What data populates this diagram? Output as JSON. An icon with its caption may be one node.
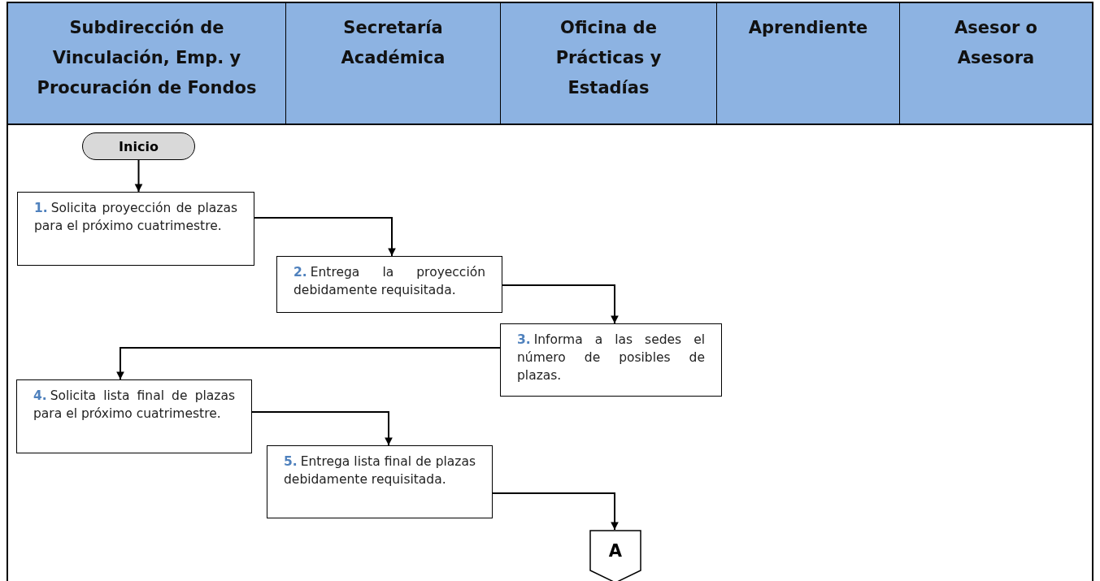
{
  "diagram": {
    "nodes": [
      {
        "text": [
          "Subdirección de Vinculación, Emp. y Procuración de Fondos"
        ]
      },
      {
        "text": [
          "Secretaría Académica"
        ]
      },
      {
        "text": [
          "Oficina de Prácticas y Estadías"
        ]
      },
      {
        "text": [
          "Aprendiente"
        ]
      },
      {
        "text": [
          "Asesor o Asesora"
        ]
      },
      {
        "text": [
          "Inicio"
        ]
      },
      {
        "text": [
          "1.",
          "Solicita proyección de plazas para el próximo cuatrimestre."
        ]
      },
      {
        "text": [
          "2.",
          "Entrega la proyección debidamente requisitada."
        ]
      },
      {
        "text": [
          "3.",
          "Informa a las sedes el número de posibles de plazas."
        ]
      },
      {
        "text": [
          "4.",
          "Solicita lista final de plazas para el próximo cuatrimestre."
        ]
      },
      {
        "text": [
          "5.",
          "Entrega lista final de plazas debidamente requisitada."
        ]
      },
      {
        "text": [
          "A"
        ]
      }
    ],
    "edges": [
      {
        "from": 5,
        "to": 6,
        "arrow": "to"
      },
      {
        "from": 6,
        "to": 7,
        "arrow": "to"
      },
      {
        "from": 7,
        "to": 8,
        "arrow": "to"
      },
      {
        "from": 8,
        "to": 9,
        "arrow": "to"
      },
      {
        "from": 9,
        "to": 10,
        "arrow": "to"
      },
      {
        "from": 10,
        "to": 11,
        "arrow": "to"
      }
    ]
  }
}
